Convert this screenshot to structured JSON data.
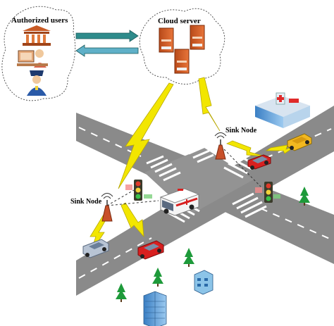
{
  "labels": {
    "authorized_users": "Authorized users",
    "cloud_server": "Cloud server",
    "sink_node_left": "Sink Node",
    "sink_node_right": "Sink Node"
  },
  "icons": {
    "authorized_users": [
      "bank-icon",
      "user-at-computer-icon",
      "police-officer-icon"
    ],
    "cloud_server": [
      "server-icon",
      "server-icon",
      "server-icon"
    ],
    "vehicles": [
      "ambulance-icon",
      "red-car-icon",
      "red-car-icon",
      "silver-car-icon",
      "yellow-car-icon"
    ],
    "infrastructure": [
      "traffic-light-icon",
      "traffic-light-icon",
      "hospital-icon",
      "office-building-icon",
      "apartment-building-icon",
      "tree-icon"
    ]
  },
  "colors": {
    "road": "#8a8a8a",
    "lane_marking": "#ffffff",
    "lightning": "#f2e600",
    "arrow": "#2e8b8b",
    "sink_node": "#c8502a",
    "ambulance_stripe": "#d81f1f"
  }
}
